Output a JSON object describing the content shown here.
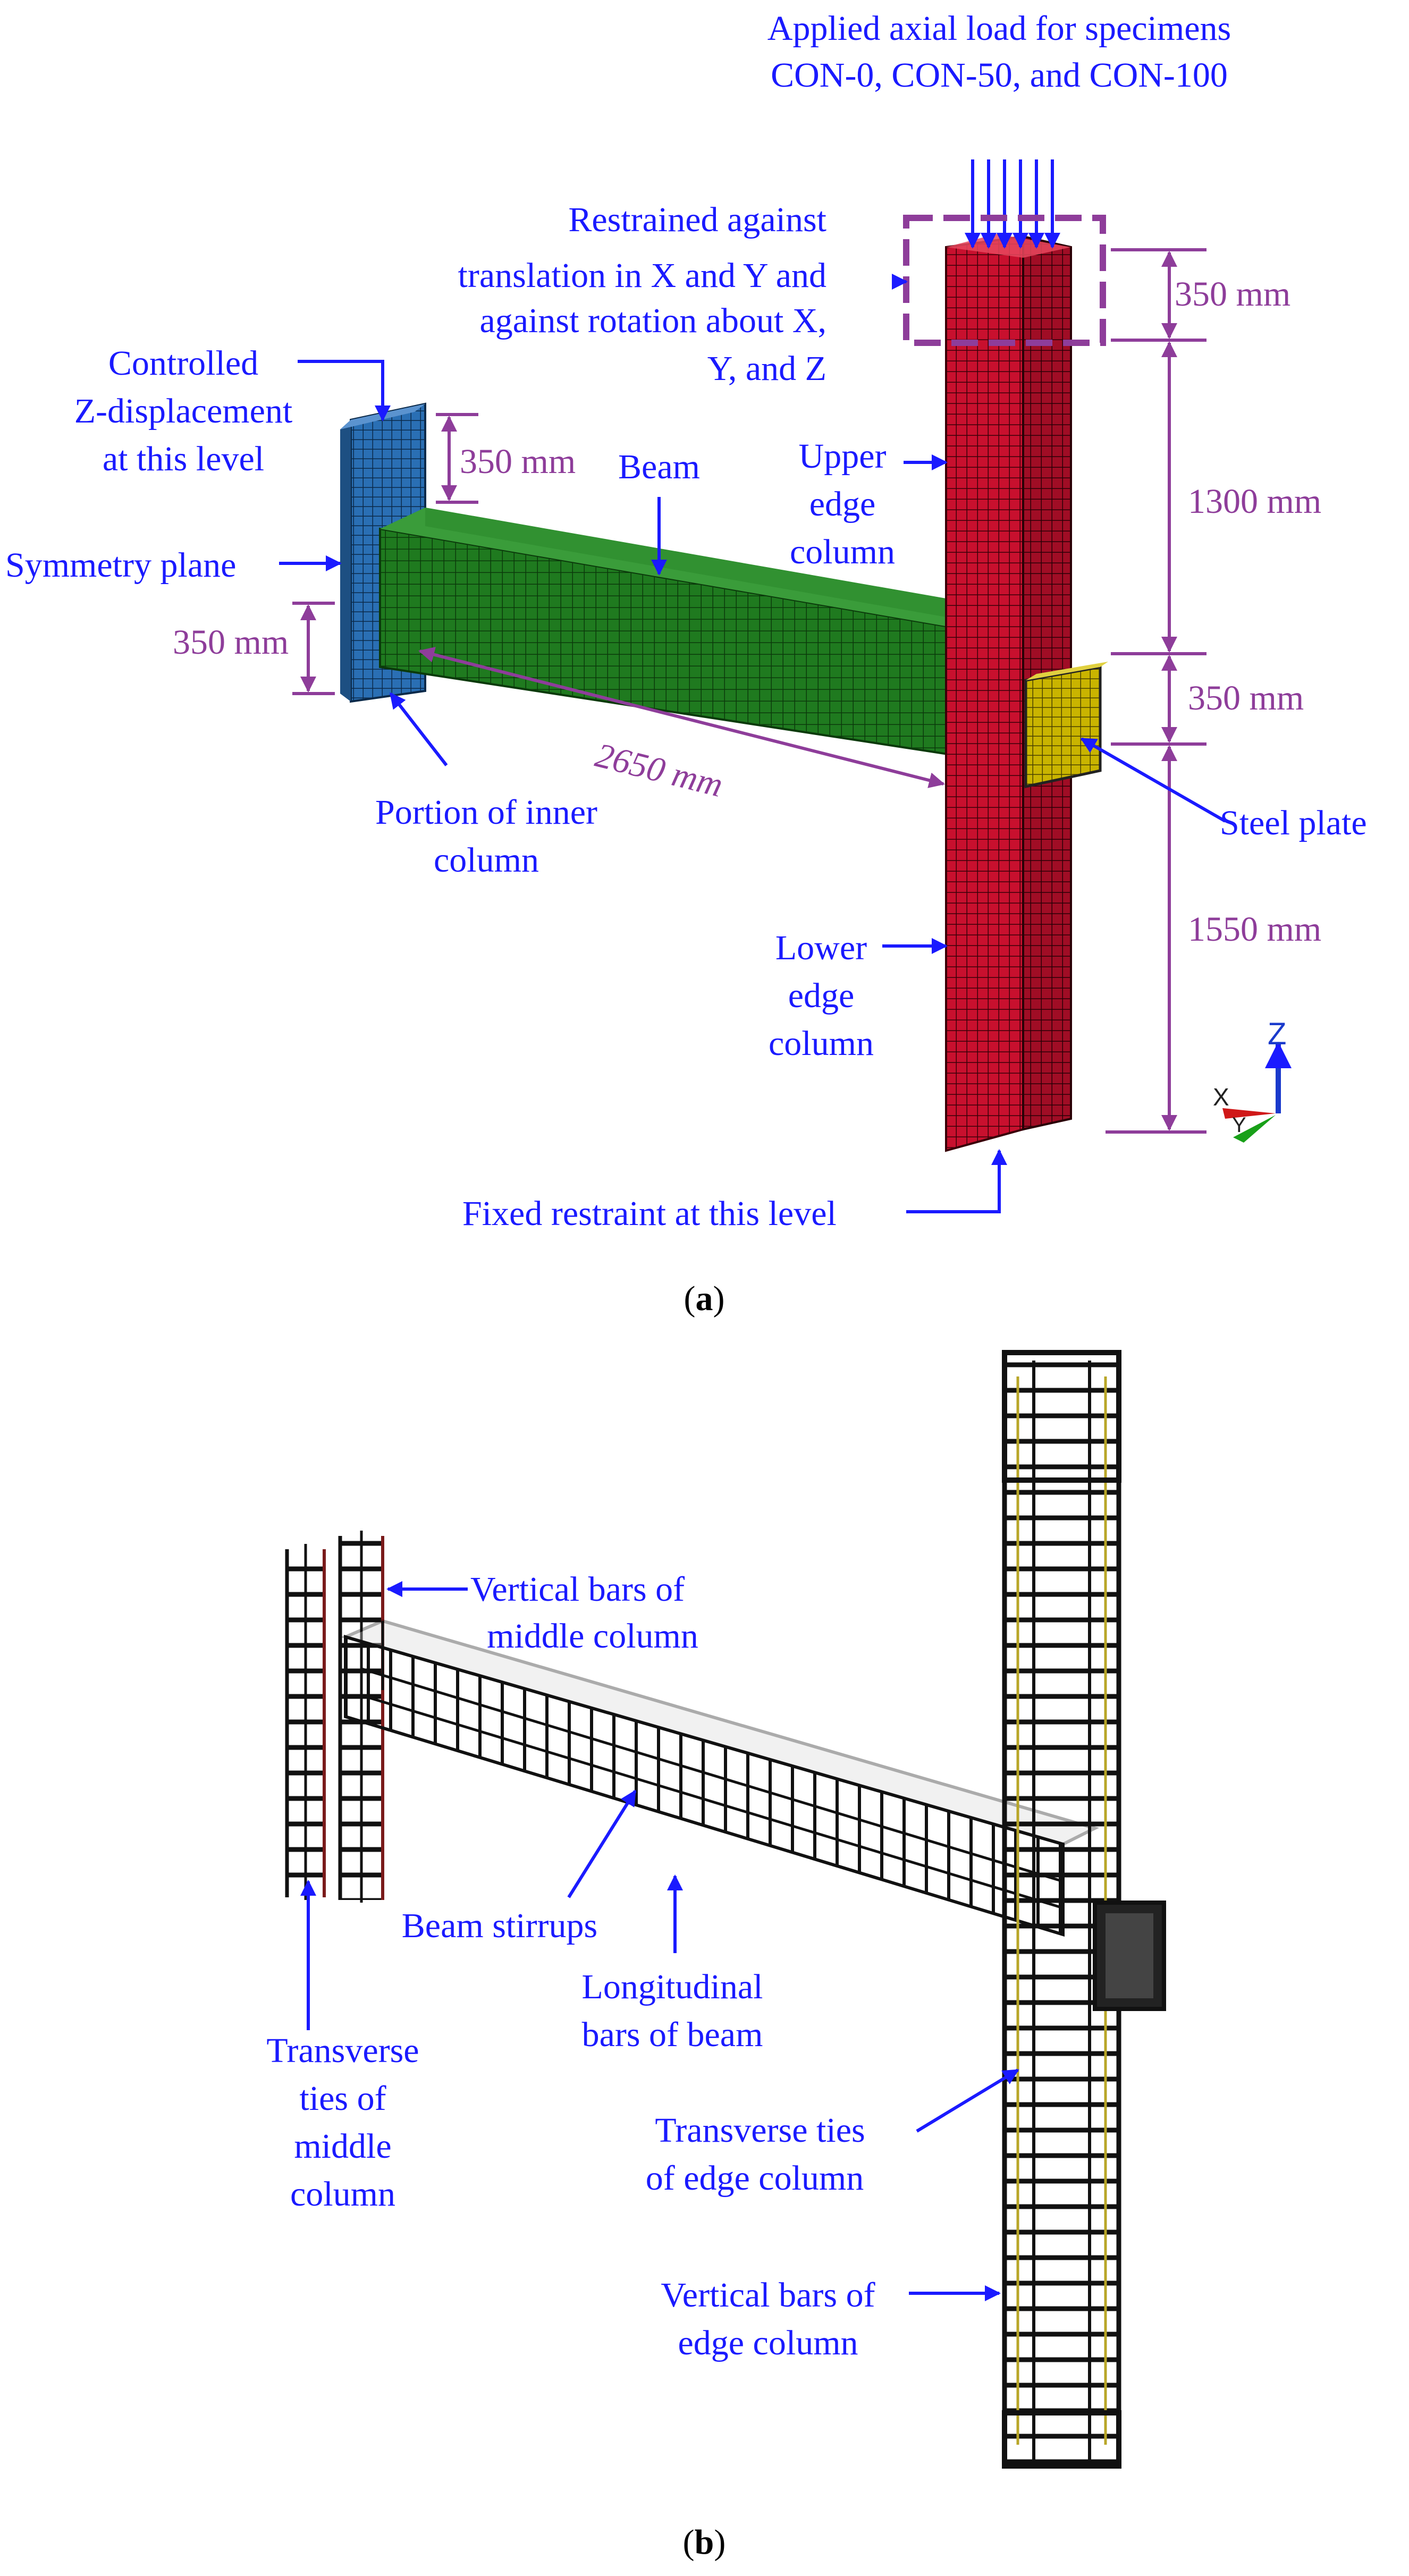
{
  "colors": {
    "label": "#1a1aff",
    "dimension": "#8e3d9a",
    "column": "#c8102e",
    "beam": "#1f7a1f",
    "inner_column": "#2a6fb4",
    "plate": "#c9b400",
    "rebar": "#111111"
  },
  "panel_a": {
    "caption_open": "(",
    "caption_letter": "a",
    "caption_close": ")",
    "load_line1": "Applied axial load for specimens",
    "load_line2": "CON-0, CON-50, and CON-100",
    "restrain_line1": "Restrained against",
    "restrain_line2": "translation in X and Y and",
    "restrain_line3": "against rotation about X,",
    "restrain_line4": "Y, and Z",
    "controlled_line1": "Controlled",
    "controlled_line2": "Z-displacement",
    "controlled_line3": "at this level",
    "symmetry": "Symmetry plane",
    "beam": "Beam",
    "upper_line1": "Upper",
    "upper_line2": "edge",
    "upper_line3": "column",
    "inner_line1": "Portion of inner",
    "inner_line2": "column",
    "steel_plate": "Steel plate",
    "lower_line1": "Lower",
    "lower_line2": "edge",
    "lower_line3": "column",
    "fixed": "Fixed restraint at this level",
    "dim_350_top": "350 mm",
    "dim_1300": "1300 mm",
    "dim_350_mid": "350 mm",
    "dim_1550": "1550 mm",
    "dim_350_inner_top": "350 mm",
    "dim_350_inner_bot": "350 mm",
    "dim_2650": "2650 mm",
    "axis_z": "Z",
    "axis_x": "X",
    "axis_y": "Y"
  },
  "panel_b": {
    "caption_open": "(",
    "caption_letter": "b",
    "caption_close": ")",
    "vert_mid_line1": "Vertical bars of",
    "vert_mid_line2": "middle column",
    "stirrups": "Beam stirrups",
    "long_line1": "Longitudinal",
    "long_line2": "bars of beam",
    "trans_mid_line1": "Transverse",
    "trans_mid_line2": "ties of",
    "trans_mid_line3": "middle",
    "trans_mid_line4": "column",
    "trans_edge_line1": "Transverse ties",
    "trans_edge_line2": "of edge column",
    "vert_edge_line1": "Vertical bars of",
    "vert_edge_line2": "edge column"
  }
}
